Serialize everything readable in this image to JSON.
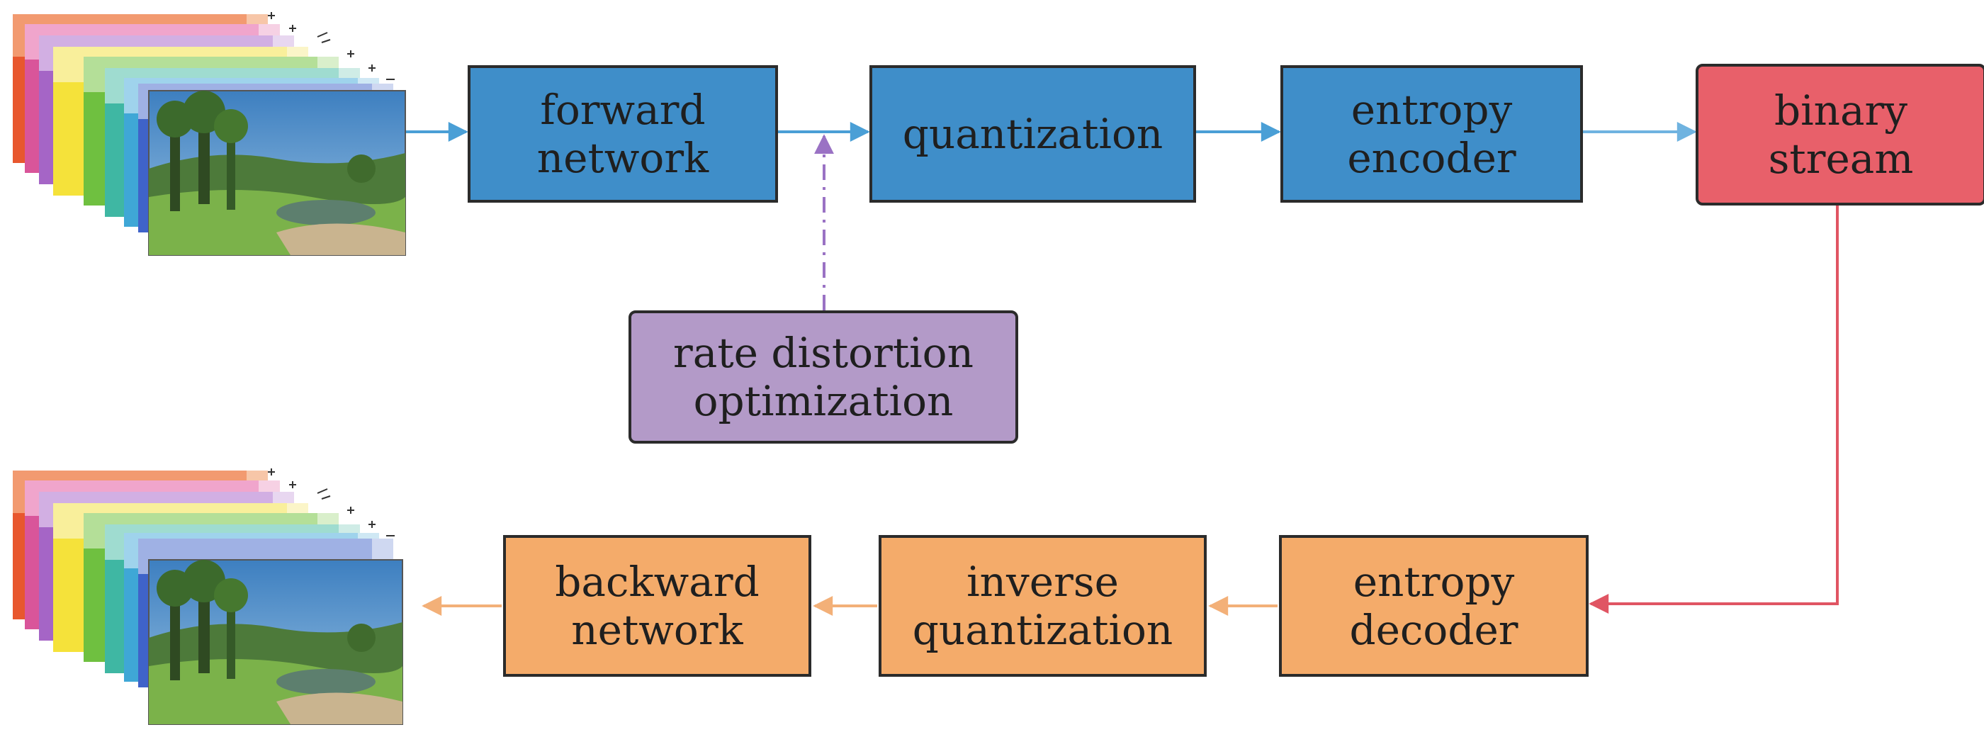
{
  "colors": {
    "encoder_fill": "#3f8ec9",
    "decoder_fill": "#f4ab6a",
    "stream_fill": "#e8606a",
    "rdo_fill": "#b39ac8",
    "encoder_arrow": "#4a9fd6",
    "decoder_arrow": "#f3b078",
    "stream_arrow": "#e05563",
    "rdo_arrow": "#9a72c4"
  },
  "encoder": {
    "forward_network": [
      "forward",
      "network"
    ],
    "quantization": [
      "quantization"
    ],
    "entropy_encoder": [
      "entropy",
      "encoder"
    ]
  },
  "binary_stream": [
    "binary",
    "stream"
  ],
  "rate_distortion": [
    "rate distortion",
    "optimization"
  ],
  "decoder": {
    "entropy_decoder": [
      "entropy",
      "decoder"
    ],
    "inverse_quantization": [
      "inverse",
      "quantization"
    ],
    "backward_network": [
      "backward",
      "network"
    ]
  },
  "images": {
    "input_stack": "input-image-stack",
    "output_stack": "reconstructed-image-stack"
  }
}
